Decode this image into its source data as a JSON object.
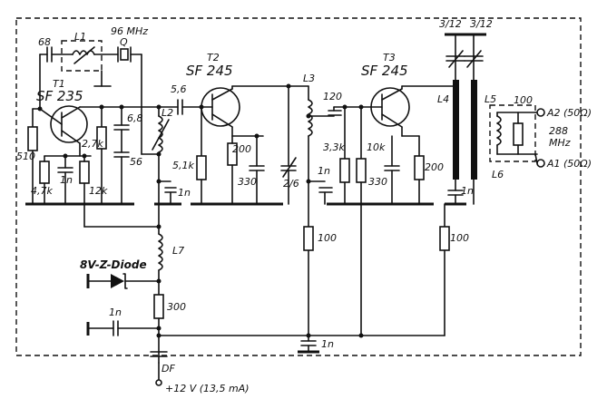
{
  "transistors": {
    "t1": {
      "ref": "T1",
      "type": "SF 235"
    },
    "t2": {
      "ref": "T2",
      "type": "SF 245"
    },
    "t3": {
      "ref": "T3",
      "type": "SF 245"
    }
  },
  "crystal": {
    "freq": "96 MHz",
    "ref": "Q"
  },
  "inductors": {
    "l1": "L1",
    "l2": "L2",
    "l3": "L3",
    "l4": "L4",
    "l5": "L5",
    "l6": "L6",
    "l7": "L7"
  },
  "components": {
    "c68": "68",
    "r510": "510",
    "r47k": "4,7k",
    "c1n_t1": "1n",
    "r12k": "12k",
    "r27k": "2,7k",
    "c68b": "6,8",
    "c56": "56",
    "c56b": "5,6",
    "r51k": "5,1k",
    "c1n_l2": "1n",
    "r200_t2": "200",
    "r330_t2": "330",
    "c26": "2/6",
    "c120": "120",
    "c1n_l3": "1n",
    "r33k": "3,3k",
    "r10k": "10k",
    "r330_t3": "330",
    "r200_t3": "200",
    "ct1": "3/12",
    "ct2": "3/12",
    "c1n_l4": "1n",
    "r100_out": "100",
    "r100_mid": "100",
    "r100_right": "100",
    "zener": "8V-Z-Diode",
    "r300": "300",
    "c1n_left": "1n",
    "c1n_bottom": "1n",
    "df": "DF"
  },
  "outputs": {
    "a2": "A2 (50Ω)",
    "a1": "A1 (50Ω)",
    "freq": "288",
    "freq_unit": "MHz"
  },
  "supply": "+12 V (13,5 mA)"
}
